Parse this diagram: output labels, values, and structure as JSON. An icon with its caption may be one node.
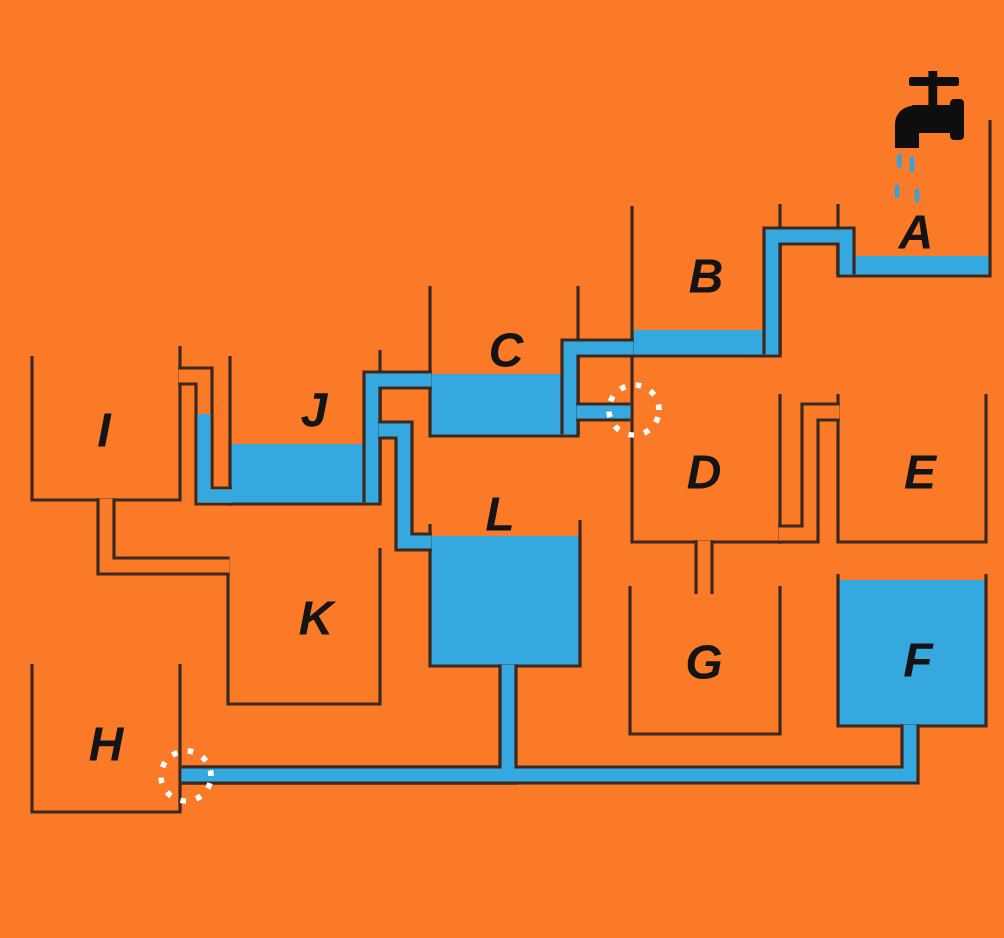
{
  "diagram": {
    "nodes": [
      {
        "text": [
          "A"
        ]
      },
      {
        "text": [
          "B"
        ]
      },
      {
        "text": [
          "C"
        ]
      },
      {
        "text": [
          "D"
        ]
      },
      {
        "text": [
          "E"
        ]
      },
      {
        "text": [
          "F"
        ]
      },
      {
        "text": [
          "G"
        ]
      },
      {
        "text": [
          "H"
        ]
      },
      {
        "text": [
          "I"
        ]
      },
      {
        "text": [
          "J"
        ]
      },
      {
        "text": [
          "K"
        ]
      },
      {
        "text": [
          "L"
        ]
      }
    ],
    "edges": [
      {
        "from": 0,
        "to": 1,
        "arrow": "none"
      },
      {
        "from": 1,
        "to": 2,
        "arrow": "none"
      },
      {
        "from": 2,
        "to": 3,
        "arrow": "none"
      },
      {
        "from": 2,
        "to": 9,
        "arrow": "none"
      },
      {
        "from": 9,
        "to": 8,
        "arrow": "none",
        "color": "#3c281e"
      },
      {
        "from": 8,
        "to": 10,
        "arrow": "none",
        "color": "#3c281e"
      },
      {
        "from": 9,
        "to": 11,
        "arrow": "none"
      },
      {
        "from": 3,
        "to": 4,
        "arrow": "none",
        "color": "#3c281e"
      },
      {
        "from": 3,
        "to": 6,
        "arrow": "none",
        "color": "#3c281e"
      },
      {
        "from": 11,
        "to": 7,
        "arrow": "none"
      },
      {
        "from": 5,
        "to": 7,
        "arrow": "none"
      }
    ]
  }
}
